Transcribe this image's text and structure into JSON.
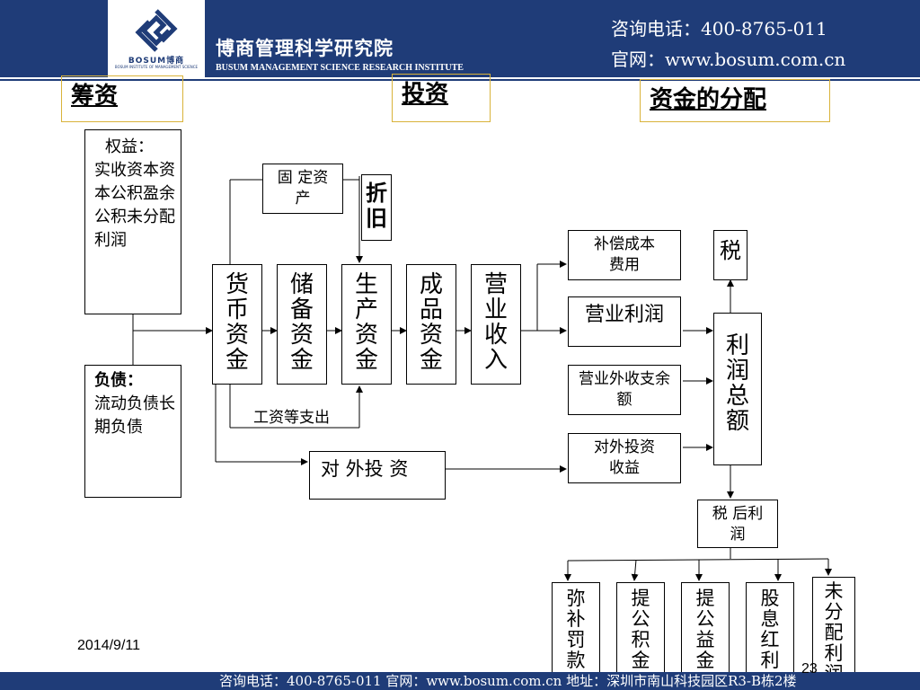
{
  "header": {
    "logo_text": "BOSUM博商",
    "logo_subtext": "BOSUM INSTITUTE OF MANAGEMENT SCIENCE",
    "org_name_cn": "博商管理科学研究院",
    "org_name_en": "BUSUM MANAGEMENT SCIENCE RESEARCH INSTITUTE",
    "phone": "咨询电话：400-8765-011",
    "website": "官网：www.bosum.com.cn",
    "brand_color": "#1f3c78"
  },
  "sections": {
    "financing": "筹资",
    "investing": "投资",
    "allocation": "资金的分配"
  },
  "left": {
    "equity_title": "权益：",
    "equity_items": "实收资本资本公积盈余公积未分配利润",
    "liability_title": "负债：",
    "liability_items": "流动负债长期负债"
  },
  "flow": {
    "fixed_assets": "固 定资 产",
    "depreciation": "折旧",
    "monetary": "货币资金",
    "reserve": "储备资金",
    "production": "生产资金",
    "finished": "成品资金",
    "revenue": "营业收入",
    "wages": "工资等支出",
    "external_investment": "对 外投 资"
  },
  "right": {
    "compensation": "补偿成本费用",
    "operating_profit": "营业利润",
    "non_operating": "营业外收支余额",
    "investment_income": "对外投资收益",
    "tax": "税",
    "total_profit": "利润总额",
    "after_tax": "税 后利 润"
  },
  "distribution": {
    "penalty": "弥补罚款",
    "surplus_reserve": "提公积金",
    "welfare": "提公益金",
    "dividend": "股息红利",
    "undistributed": "未分配利润"
  },
  "footer": {
    "text": "咨询电话：400-8765-011    官网：www.bosum.com.cn      地址：深圳市南山科技园区R3-B栋2楼",
    "date": "2014/9/11",
    "page": "23"
  }
}
